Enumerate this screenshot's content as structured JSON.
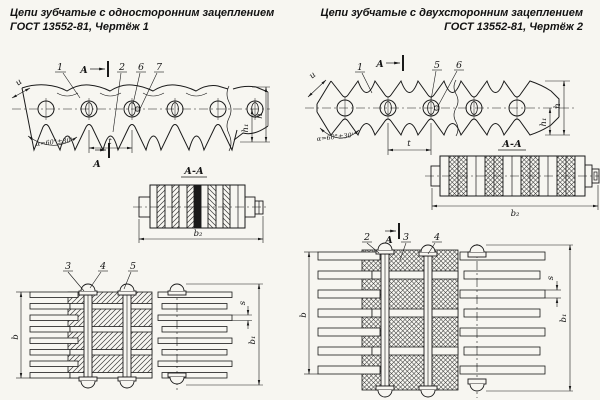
{
  "page": {
    "background": "#f7f6f1",
    "ink": "#1a1a1a"
  },
  "panels": [
    {
      "title_line1": "Цепи зубчатые с односторонним зацеплением",
      "title_line2": "ГОСТ 13552-81, Чертёж 1",
      "side_view": {
        "callouts": [
          "1",
          "2",
          "6",
          "7"
        ],
        "section_letter": "А",
        "angle_label": "α=60°±30'",
        "pitch_label": "t",
        "edge_label": "u",
        "height_label": "h",
        "height1_label": "h₁"
      },
      "section_view": {
        "label": "А-А",
        "width_label": "b₂"
      },
      "plan_view": {
        "callouts": [
          "3",
          "4",
          "5"
        ],
        "width_label": "b",
        "plate_label": "s",
        "width1_label": "b₁"
      }
    },
    {
      "title_line1": "Цепи зубчатые с двухсторонним зацеплением",
      "title_line2": "ГОСТ 13552-81, Чертёж 2",
      "side_view": {
        "callouts": [
          "1",
          "5",
          "6"
        ],
        "section_letter": "А",
        "angle_label": "α=60°±30'",
        "pitch_label": "t",
        "edge_label": "u",
        "height_label": "h",
        "height1_label": "h₁"
      },
      "section_view": {
        "label": "А-А",
        "width_label": "b₂"
      },
      "plan_view": {
        "callouts": [
          "2",
          "3",
          "4"
        ],
        "width_label": "b",
        "plate_label": "s",
        "width1_label": "b₁"
      }
    }
  ]
}
